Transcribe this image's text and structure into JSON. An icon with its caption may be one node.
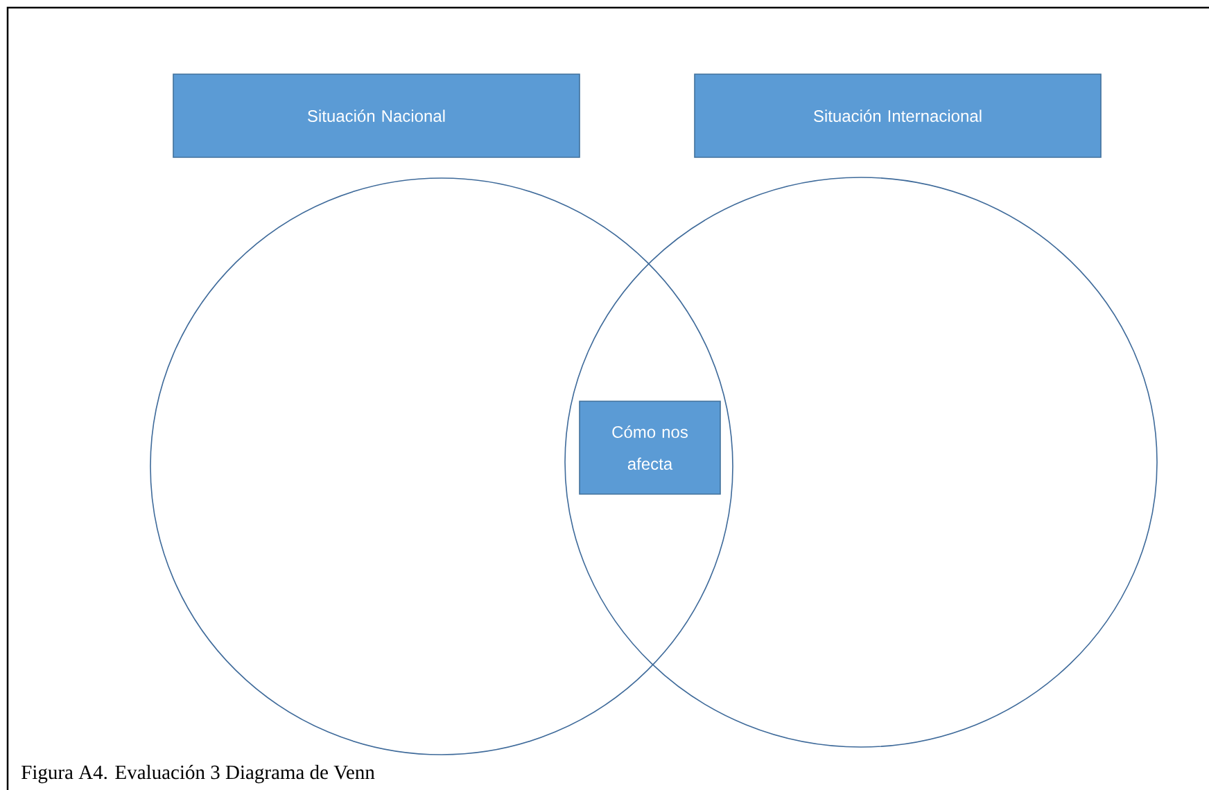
{
  "diagram": {
    "caption": "Figura A4. Evaluación 3 Diagrama de Venn",
    "nodes": [
      {
        "text": [
          "Situación Nacional"
        ]
      },
      {
        "text": [
          "Situación Internacional"
        ]
      },
      {
        "text": [],
        "shape": "circle"
      },
      {
        "text": [],
        "shape": "circle"
      },
      {
        "text": [
          "Cómo nos afecta"
        ]
      }
    ],
    "edges": []
  }
}
